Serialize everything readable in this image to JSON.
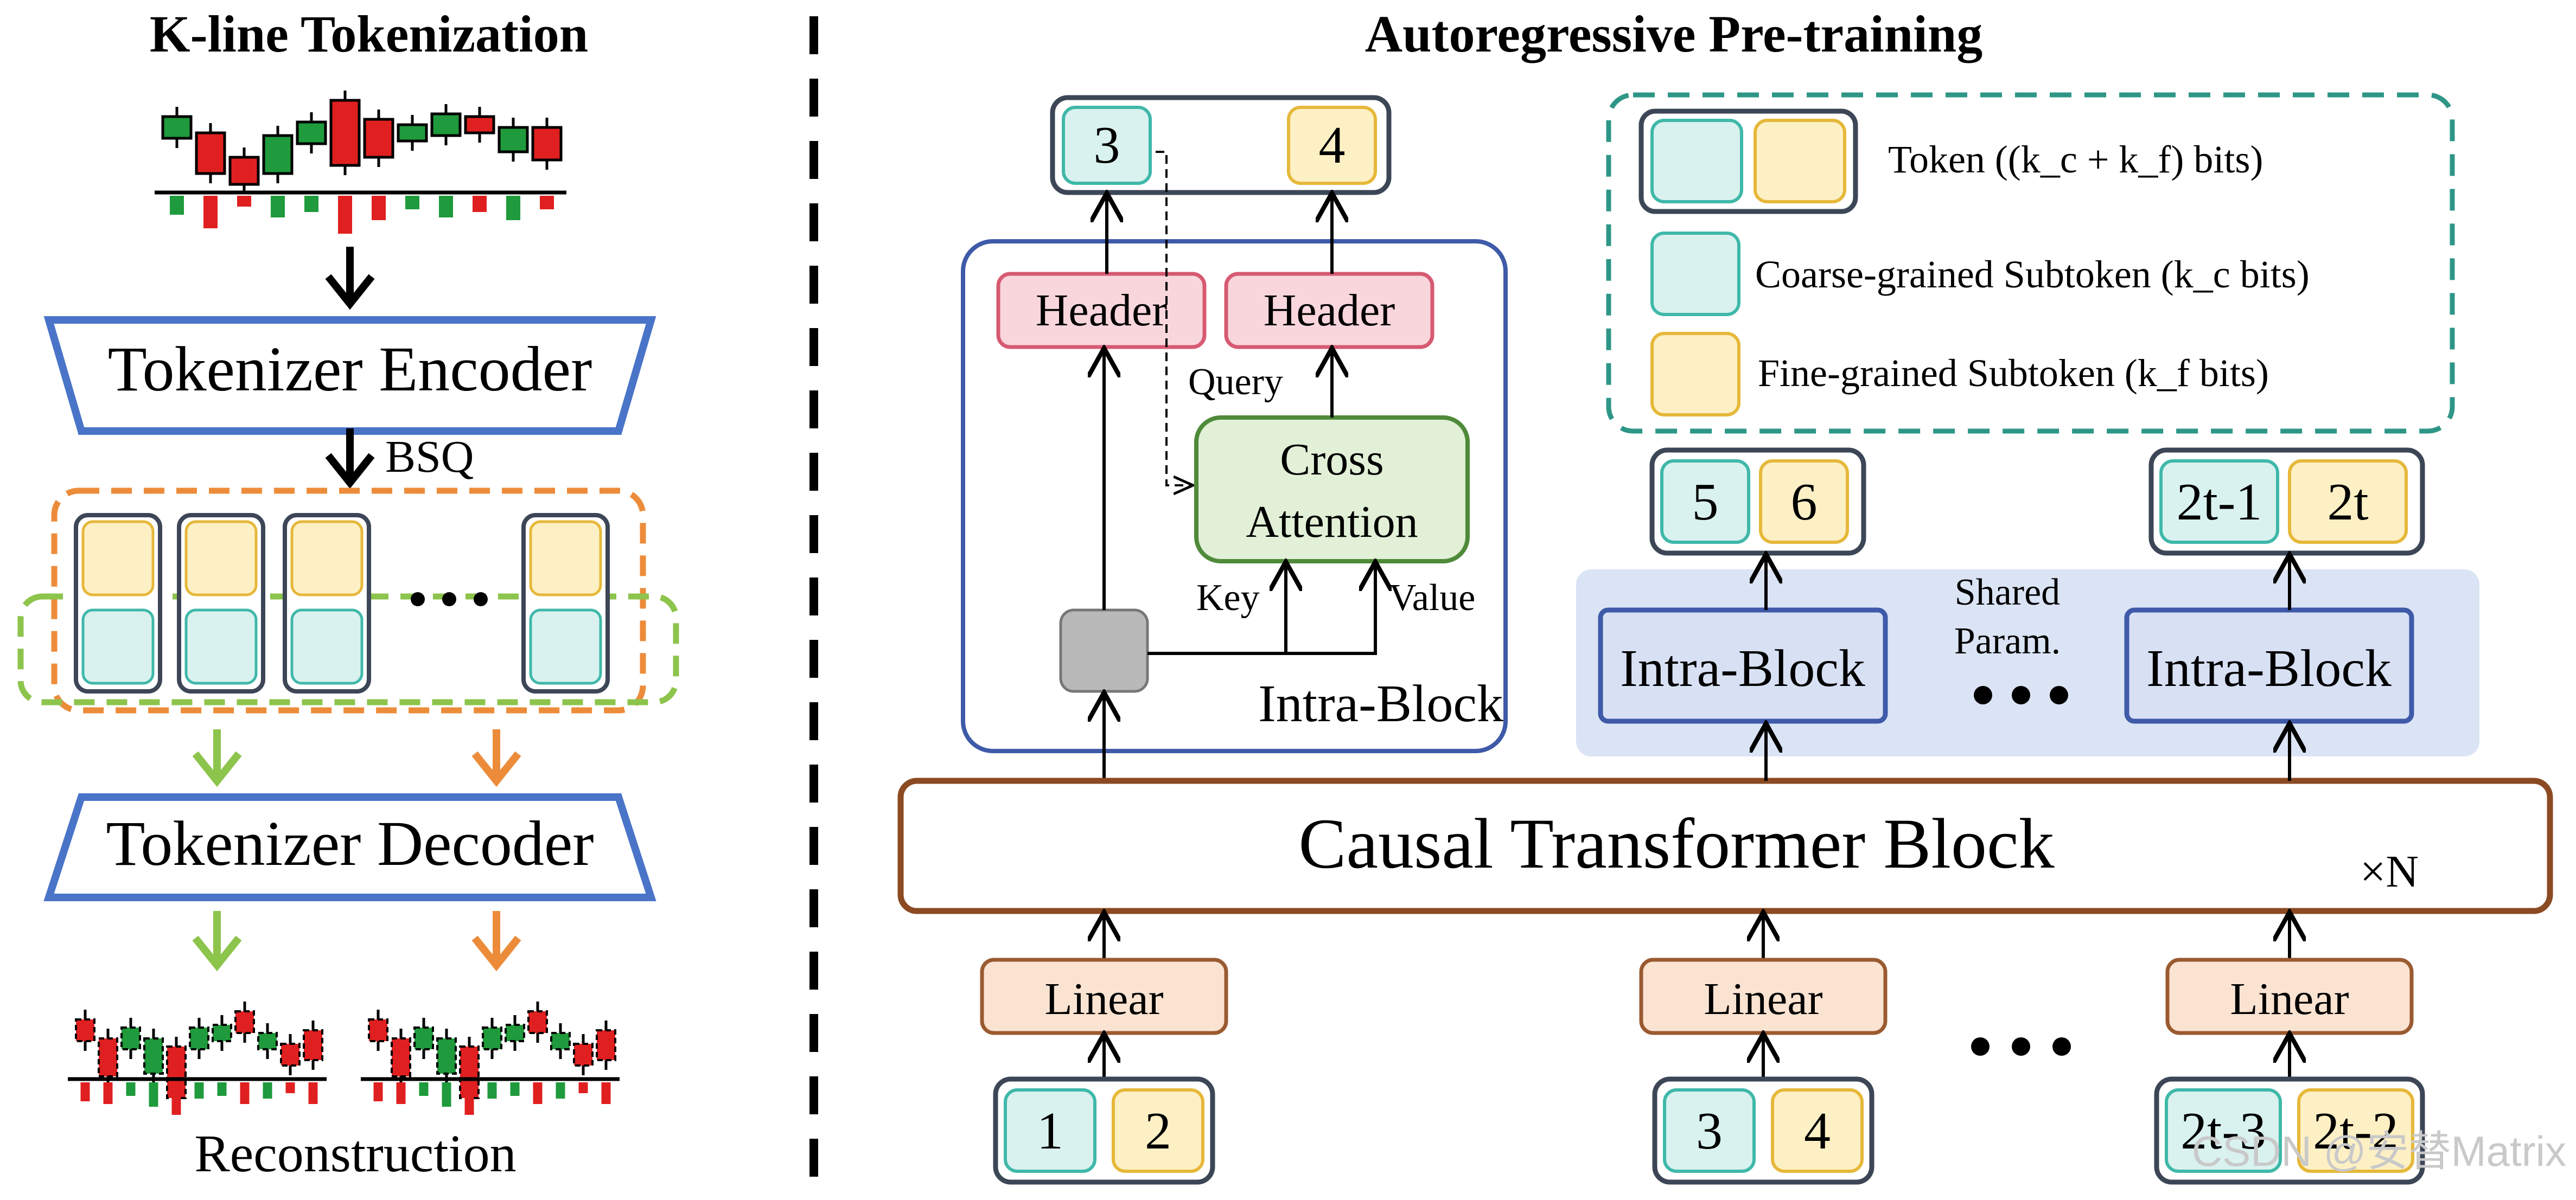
{
  "left_panel": {
    "title": "K-line Tokenization",
    "encoder_label": "Tokenizer Encoder",
    "bsq_label": "BSQ",
    "decoder_label": "Tokenizer Decoder",
    "reconstruction_label": "Reconstruction"
  },
  "right_panel": {
    "title": "Autoregressive Pre-training",
    "top_tokens": {
      "coarse": "3",
      "fine": "4"
    },
    "header_left": "Header",
    "header_right": "Header",
    "query_label": "Query",
    "cross_attention_line1": "Cross",
    "cross_attention_line2": "Attention",
    "key_label": "Key",
    "value_label": "Value",
    "intra_block_detail_label": "Intra-Block",
    "legend": {
      "token": "Token ((k_c + k_f) bits)",
      "coarse": "Coarse-grained Subtoken (k_c bits)",
      "fine": "Fine-grained Subtoken (k_f bits)"
    },
    "output_tokens": [
      {
        "coarse": "5",
        "fine": "6"
      },
      {
        "coarse": "2t-1",
        "fine": "2t"
      }
    ],
    "intra_block_label": "Intra-Block",
    "shared_param_line1": "Shared",
    "shared_param_line2": "Param.",
    "causal_block_label": "Causal Transformer Block",
    "repeat_label": "×N",
    "linear_label": "Linear",
    "input_tokens": [
      {
        "coarse": "1",
        "fine": "2"
      },
      {
        "coarse": "3",
        "fine": "4"
      },
      {
        "coarse": "2t-3",
        "fine": "2t-2"
      }
    ]
  },
  "watermark": "CSDN @安替Matrix",
  "colors": {
    "coarse_fill": "#d9f2ef",
    "coarse_stroke": "#3fb8a9",
    "fine_fill": "#fdf0c4",
    "fine_stroke": "#e6b83a",
    "token_border": "#3c4656",
    "header_fill": "#f8d6dc",
    "header_stroke": "#d65a72",
    "attention_fill": "#e1f0d7",
    "attention_stroke": "#4f8a3a",
    "linear_fill": "#fbe3d2",
    "linear_stroke": "#9a5a30",
    "causal_stroke": "#8b4a22",
    "intra_fill": "#d8e0f4",
    "intra_stroke": "#3e5aa8",
    "shared_band": "#dbe4f5",
    "encoder_stroke": "#4a74c8",
    "orange_dash": "#ec8c3a",
    "green_dash": "#8cc44c",
    "teal_dash": "#2e9687",
    "gray_block": "#b9b9b9",
    "candle_red": "#e02020",
    "candle_green": "#1f9a3c"
  }
}
